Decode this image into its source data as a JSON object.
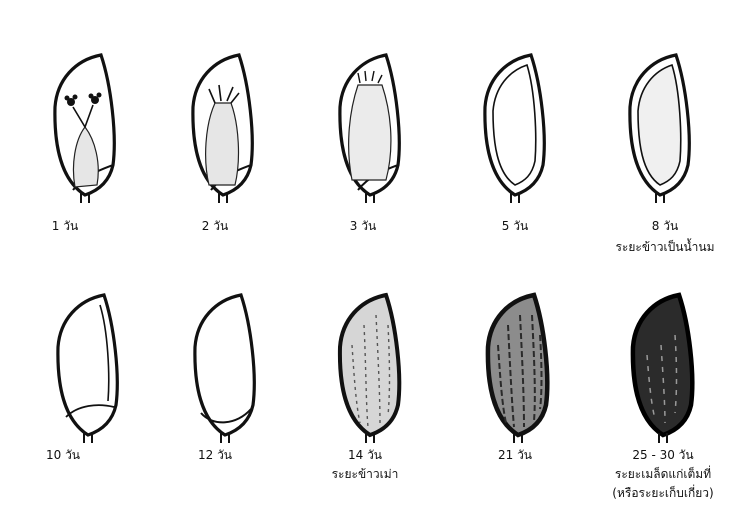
{
  "stages": [
    {
      "id": "d1",
      "label": "1 วัน"
    },
    {
      "id": "d2",
      "label": "2 วัน"
    },
    {
      "id": "d3",
      "label": "3 วัน"
    },
    {
      "id": "d5",
      "label": "5 วัน"
    },
    {
      "id": "d8",
      "label": "8 วัน",
      "sublabel": "ระยะข้าวเป็นน้ำนม"
    },
    {
      "id": "d10",
      "label": "10 วัน"
    },
    {
      "id": "d12",
      "label": "12 วัน"
    },
    {
      "id": "d14",
      "label": "14 วัน",
      "sublabel": "ระยะข้าวเม่า"
    },
    {
      "id": "d21",
      "label": "21 วัน"
    },
    {
      "id": "d25",
      "label": "25 - 30 วัน",
      "sublabel": "ระยะเมล็ดแก่เต็มที่",
      "sublabel2": "(หรือระยะเก็บเกี่ยว)"
    }
  ]
}
